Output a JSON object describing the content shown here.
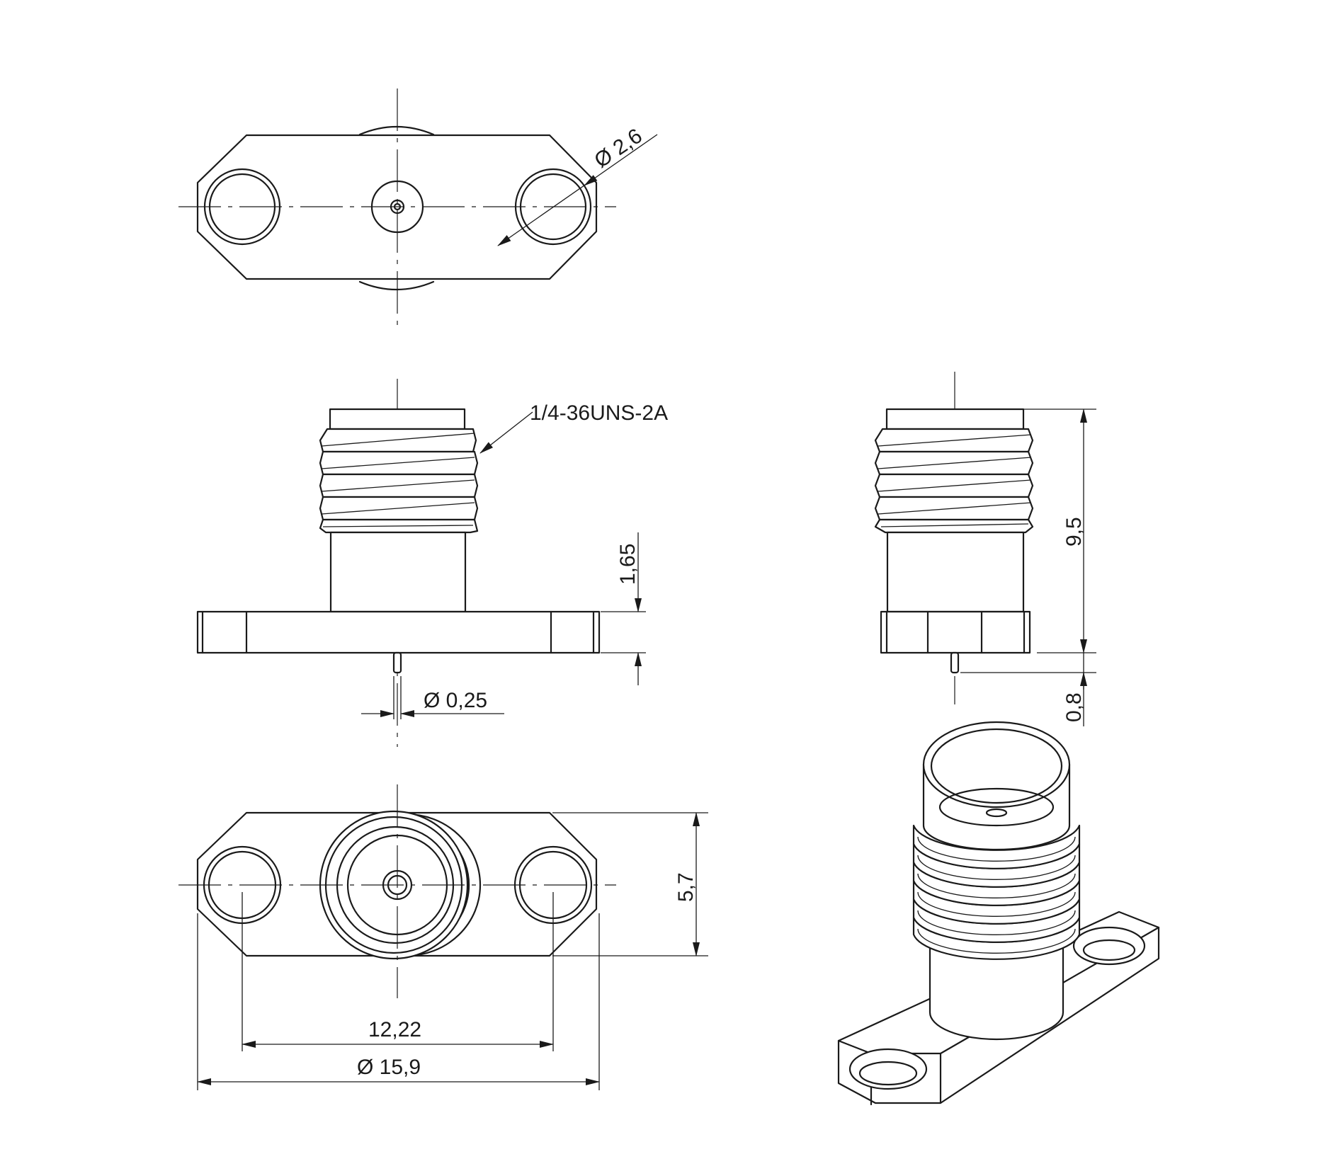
{
  "drawing": {
    "labels": {
      "hole_diameter": "Ø 2,6",
      "thread_spec": "1/4-36UNS-2A",
      "flange_thickness": "1,65",
      "pin_diameter": "Ø  0,25",
      "overall_height": "9,5",
      "pin_length": "0,8",
      "flange_width": "5,7",
      "hole_spacing": "12,22",
      "flange_length": "Ø  15,9"
    }
  }
}
